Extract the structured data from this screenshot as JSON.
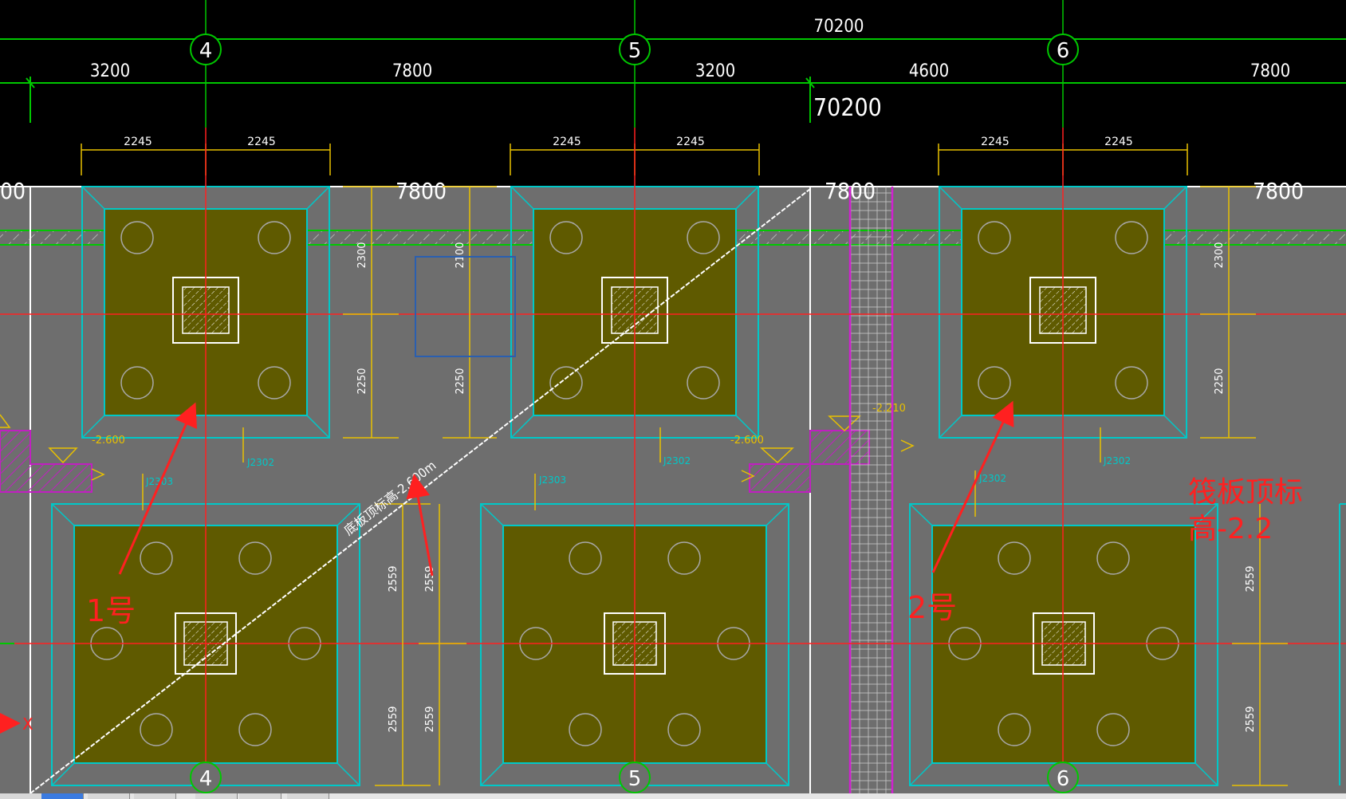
{
  "drawing": {
    "title": "70200",
    "top_dims": [
      "3200",
      "7800",
      "3200",
      "4600",
      "7800"
    ],
    "mid_dim_label": "70200",
    "pile_half_dims": [
      "2245",
      "2245",
      "2245",
      "2245",
      "2245",
      "2245"
    ],
    "span_labels": [
      "00",
      "7800",
      "7800",
      "7800"
    ],
    "grid_axes": [
      "4",
      "5",
      "6"
    ],
    "vertical_dims": {
      "upper_top": "2300",
      "upper_mid_top": "2100",
      "upper_bottom": "2250",
      "lower": "2559"
    },
    "elevations": [
      "-2.600",
      "-2.600",
      "-2.210"
    ],
    "cap_tags": [
      "J2302",
      "J2302",
      "J2302",
      "J2302",
      "J2303",
      "J2303"
    ],
    "slope_label": "底板顶标高-2.600m",
    "axis_marker": "X",
    "colors": {
      "background": "#000000",
      "model": "#6e6e6e",
      "grid": "#00c800",
      "axis_line": "#ff2020",
      "cap_outline": "#00c8c8",
      "cap_fill": "#5f5a00",
      "dim": "#e8c000",
      "annotation": "#ff2020",
      "hatch": "#c020c0"
    }
  },
  "annotations": {
    "label_1": "1号",
    "label_2": "2号",
    "raft_note_line1": "筏板顶标",
    "raft_note_line2": "高-2.2"
  }
}
